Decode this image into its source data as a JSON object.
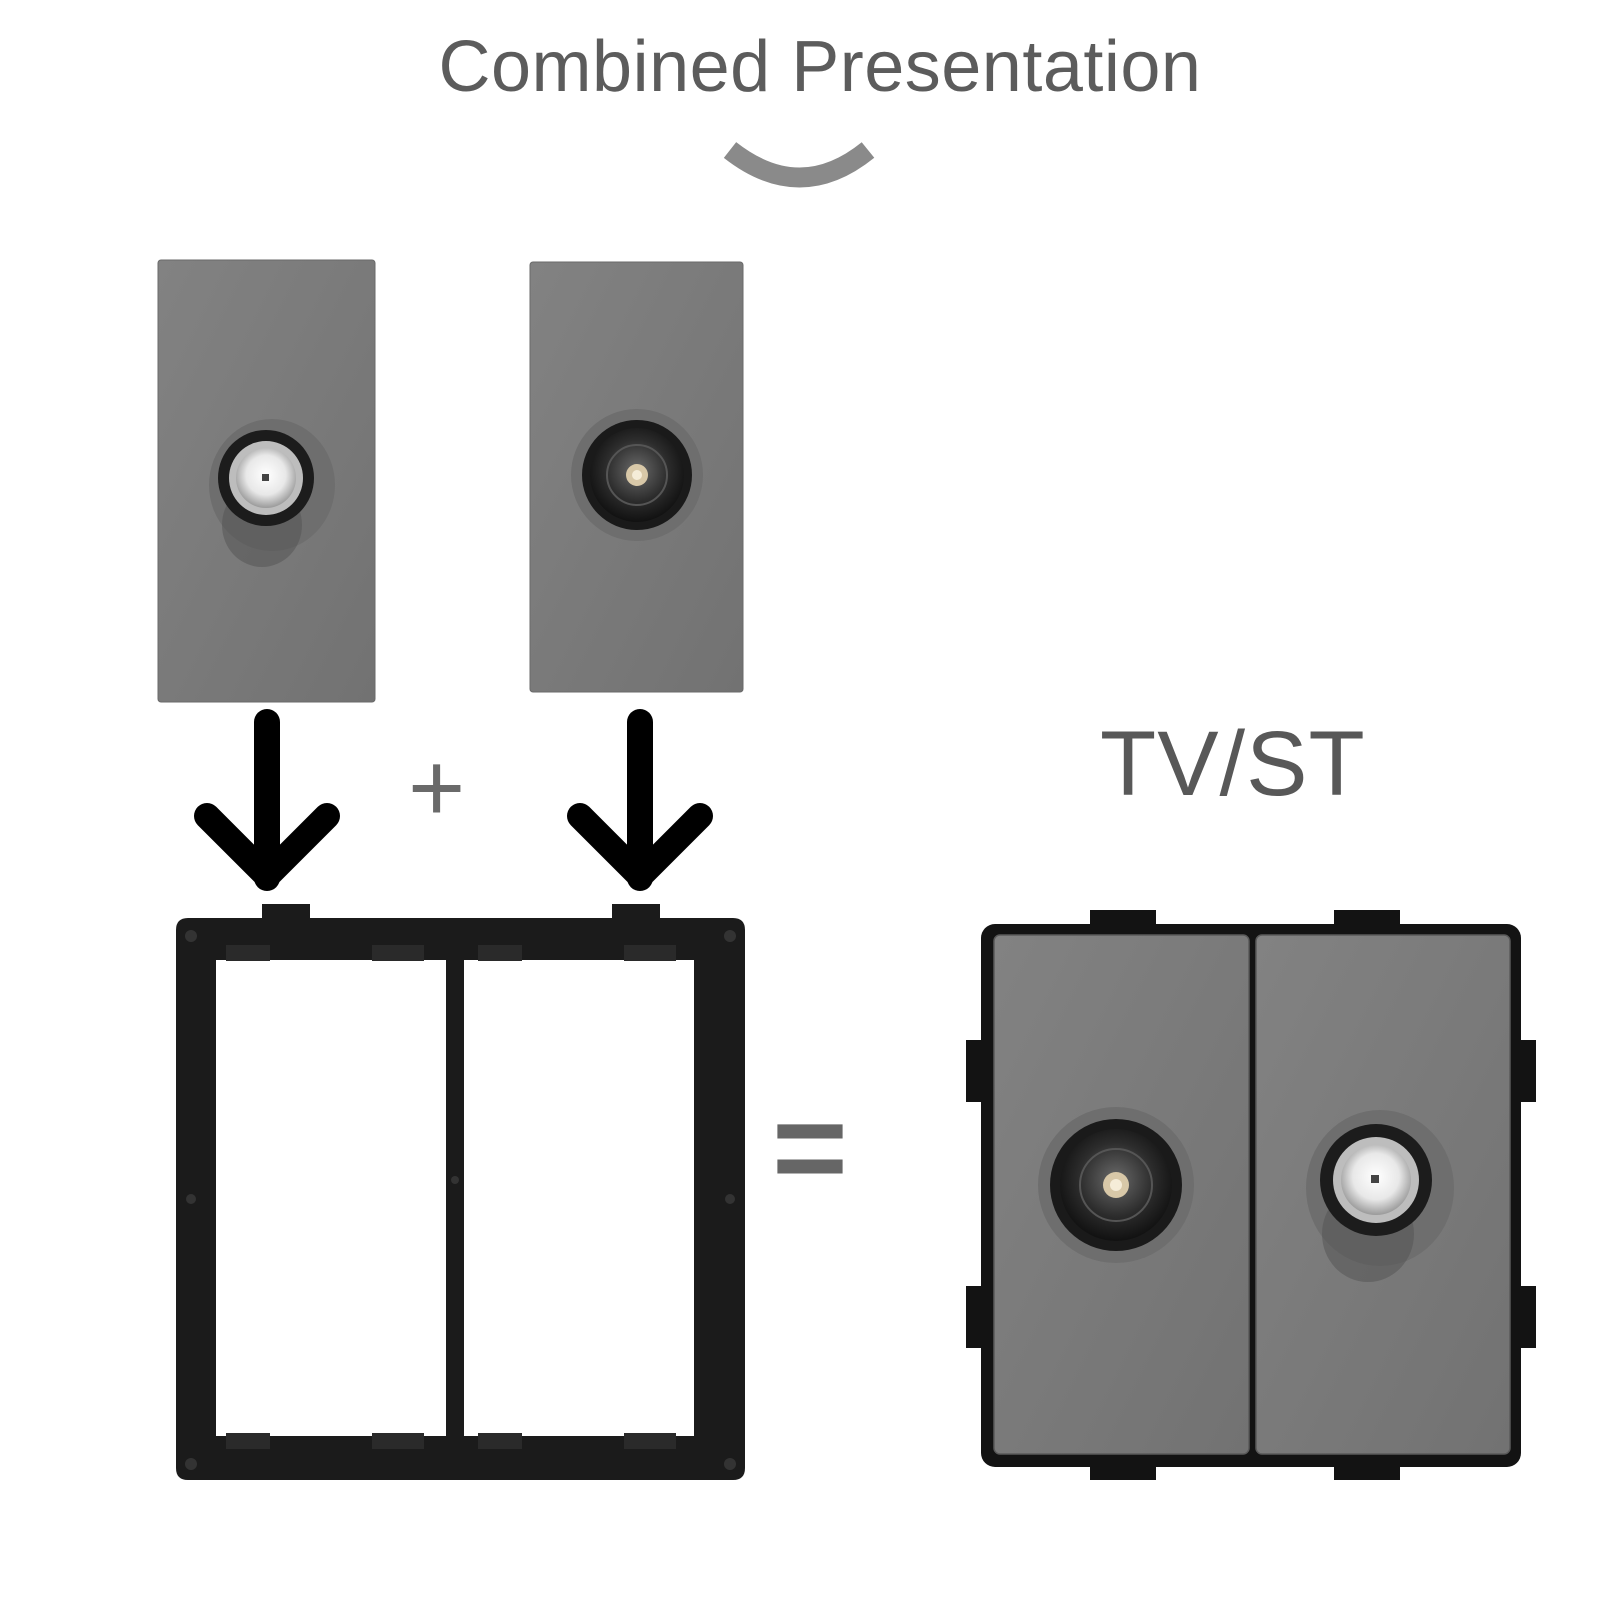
{
  "title": "Combined Presentation",
  "combined_label": "TV/ST",
  "plus_sign": "+",
  "equals_sign": "=",
  "colors": {
    "module_gray": "#7a7a7a",
    "frame_black": "#1a1a1a",
    "text_gray": "#5c5c5c"
  },
  "icons": {
    "swoosh": "curved-underline-icon",
    "arrow": "down-arrow-icon"
  },
  "modules": [
    {
      "name": "satellite-module",
      "connector": "satellite-f-connector"
    },
    {
      "name": "tv-module",
      "connector": "tv-coax-connector"
    }
  ]
}
